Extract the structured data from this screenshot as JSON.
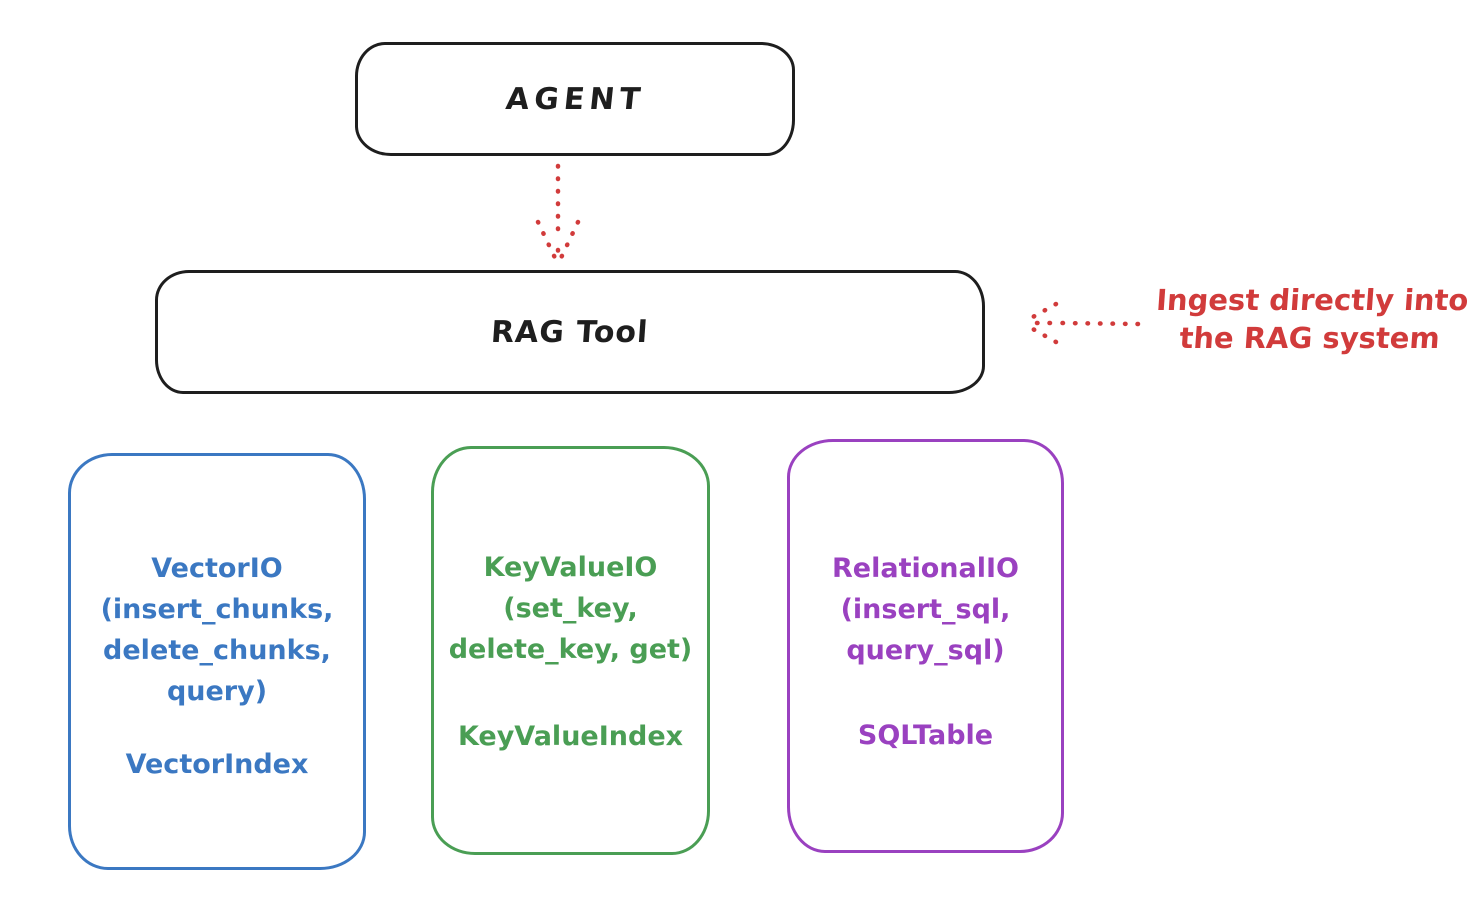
{
  "diagram": {
    "agent": {
      "label": "AGENT"
    },
    "rag_tool": {
      "label": "RAG Tool"
    },
    "annotation": {
      "line1": "Ingest directly into",
      "line2": "the RAG system"
    },
    "boxes": [
      {
        "id": "vector-io",
        "title_line": "VectorIO",
        "method_lines": "(insert_chunks,\ndelete_chunks,\nquery)",
        "index_label": "VectorIndex",
        "color": "#3b78c2"
      },
      {
        "id": "keyvalue-io",
        "title_line": "KeyValueIO",
        "method_lines": "(set_key,\ndelete_key, get)",
        "index_label": "KeyValueIndex",
        "color": "#4a9e54"
      },
      {
        "id": "relational-io",
        "title_line": "RelationalIO",
        "method_lines": "(insert_sql,\nquery_sql)",
        "index_label": "SQLTable",
        "color": "#9a41c0"
      }
    ],
    "colors": {
      "stroke_black": "#1e1e1e",
      "arrow_red": "#d13b3b",
      "background": "#ffffff"
    }
  }
}
